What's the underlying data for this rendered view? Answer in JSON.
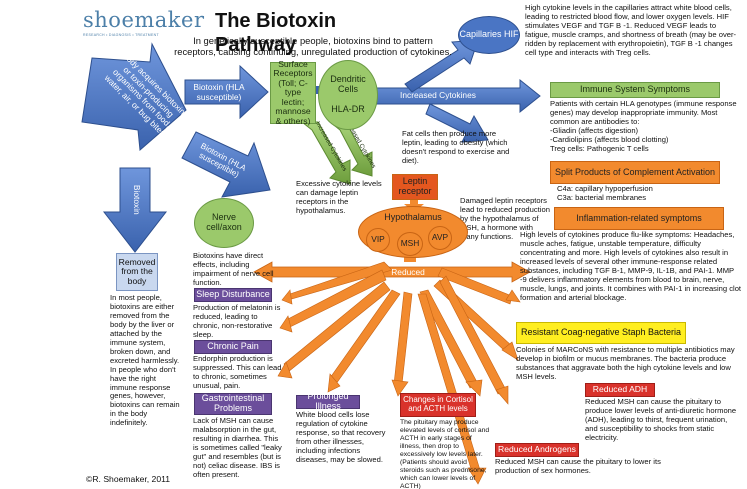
{
  "logo": {
    "text": "shoemaker",
    "tagline": "RESEARCH • DIAGNOSIS • TREATMENT"
  },
  "title": "The Biotoxin Pathway",
  "subtitle": "In genetically susceptible people, biotoxins bind to pattern receptors, causing continuing, unregulated production of cytokines.",
  "copyright": "©R. Shoemaker, 2011",
  "colors": {
    "blue": "#4a75c4",
    "green": "#9bc96b",
    "orange": "#f28a2e",
    "purple": "#6b4e9b",
    "red": "#d9322b",
    "yellow": "#ffee20"
  },
  "arrows": {
    "body_acquires": "Body acquires biotoxins or toxin-producing organisms from food, water, air, or bug bites",
    "biotoxin_hla": "Biotoxin (HLA susceptible)",
    "biotoxin_hla2": "Biotoxin (HLA susceptible)",
    "biotoxin_down": "Biotoxin",
    "increased_cytokines": "Increased Cytokines",
    "increased_cytokines_2": "Increased Cytokines",
    "increased_cytokines_3": "Increased Cytokines",
    "reduced_msh": "Reduced MSH"
  },
  "nodes": {
    "surface_receptors": "Surface Receptors (Toll; C-type lectin; mannose & others)",
    "dendritic": "Dendritic Cells\n\nHLA-DR",
    "capillaries": "Capillaries HIF",
    "nerve": "Nerve cell/axon",
    "removed": "Removed from the body",
    "leptin": "Leptin receptor",
    "hypothalamus": "Hypothalamus",
    "vip": "VIP",
    "msh": "MSH",
    "avp": "AVP"
  },
  "text": {
    "capillaries_desc": "High cytokine levels in the capillaries attract white blood cells, leading to restricted blood flow, and lower oxygen levels. HIF stimulates VEGF and TGF B -1. Reduced VEGF leads to fatigue, muscle cramps, and shortness of breath (may be over-ridden by replacement with erythropoietin), TGF B -1 changes cell type and interacts with Treg cells.",
    "fat_cells": "Fat cells then produce more leptin, leading to obesity (which doesn't respond to exercise and diet).",
    "excessive_cytokine": "Excessive cytokine levels can damage leptin receptors in the hypothalamus.",
    "damaged_leptin": "Damaged leptin receptors lead to reduced production by the hypothalamus of MSH, a hormone with many functions.",
    "nerve_desc": "Biotoxins have direct effects, including impairment of nerve cell function.",
    "removed_desc": "In most people, biotoxins are either removed from the body by the liver or attached by the immune system, broken down, and excreted harmlessly. In people who don't have the right immune response genes, however, biotoxins can remain in the body indefinitely."
  },
  "panels": {
    "immune": {
      "title": "Immune System Symptoms",
      "body": "Patients with certain HLA genotypes (immune response genes) may develop inappropriate immunity. Most common are antibodies to:\n-Gliadin (affects digestion)\n-Cardiolipins (affects blood clotting)\nTreg cells: Pathogenic T cells"
    },
    "split": {
      "title": "Split Products of Complement Activation",
      "body": "C4a: capillary hypoperfusion\nC3a: bacterial membranes"
    },
    "inflammation": {
      "title": "Inflammation-related symptoms",
      "body": "High levels of cytokines produce flu-like symptoms: Headaches, muscle aches, fatigue, unstable temperature, difficulty concentrating and more. High levels of cytokines also result in increased levels of several other immune-response related substances, including TGF B-1, MMP-9, IL-1B, and PAI-1. MMP -9 delivers inflammatory elements from blood to brain, nerve, muscle, lungs, and joints. It combines with PAI-1 in increasing clot formation and arterial blockage."
    },
    "coag": {
      "title": "Resistant Coag-negative Staph Bacteria",
      "body": "Colonies of MARCoNS with resistance to multiple antibiotics may develop in biofilm or mucus membranes. The bacteria produce substances that aggravate both the high cytokine levels and low MSH levels."
    },
    "adh": {
      "title": "Reduced ADH",
      "body": "Reduced MSH can cause the pituitary to produce lower levels of anti-diuretic hormone (ADH), leading to thirst, frequent urination, and susceptibility to shocks from static electricity."
    },
    "androgens": {
      "title": "Reduced Androgens",
      "body": "Reduced MSH can cause the pituitary to lower its production of sex hormones."
    },
    "sleep": {
      "title": "Sleep Disturbance",
      "body": "Production of melatonin is reduced, leading to chronic, non-restorative sleep."
    },
    "pain": {
      "title": "Chronic Pain",
      "body": "Endorphin production is suppressed. This can lead to chronic, sometimes unusual, pain."
    },
    "gi": {
      "title": "Gastrointestinal Problems",
      "body": "Lack of MSH can cause malabsorption in the gut, resulting in diarrhea. This is sometimes called \"leaky gut\" and resembles (but is not) celiac disease. IBS is often present."
    },
    "illness": {
      "title": "Prolonged Illness",
      "body": "White blood cells lose regulation of cytokine response, so that recovery from other illnesses, including infections diseases, may be slowed."
    },
    "cortisol": {
      "title": "Changes in Cortisol and ACTH levels",
      "body": "The pituitary may produce elevated levels of cortisol and ACTH in early stages of illness, then drop to excessively low levels later. (Patients should avoid steroids such as prednisone, which can lower levels of ACTH)"
    }
  }
}
